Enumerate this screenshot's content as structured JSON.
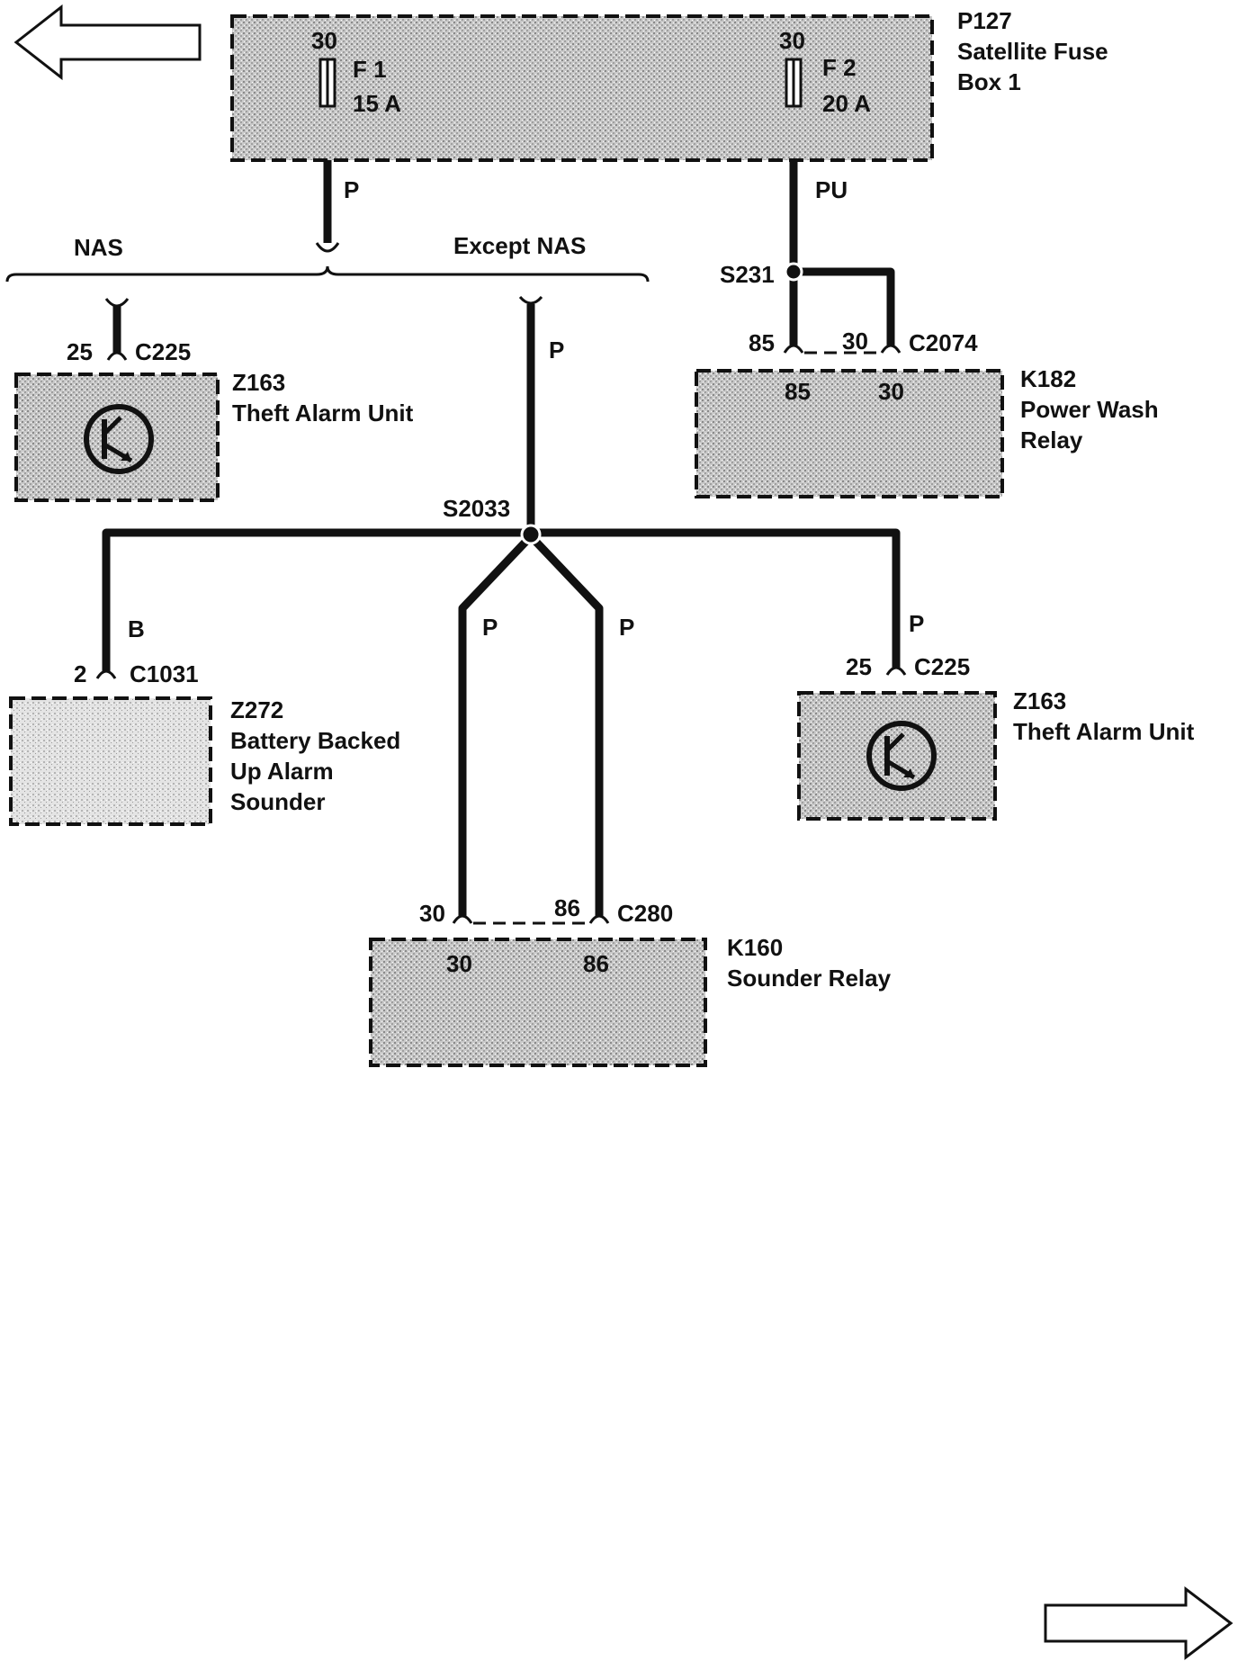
{
  "nav": {
    "prev_icon": "left-arrow-outline",
    "next_icon": "right-arrow-outline"
  },
  "fuse_box": {
    "id": "P127",
    "name_line1": "Satellite Fuse",
    "name_line2": "Box 1",
    "f1": {
      "pin": "30",
      "name": "F 1",
      "rating": "15 A"
    },
    "f2": {
      "pin": "30",
      "name": "F 2",
      "rating": "20 A"
    }
  },
  "wires": {
    "f1_color": "P",
    "f2_color": "PU",
    "except_nas_color": "P",
    "z272_color": "B",
    "k160_30_color": "P",
    "k160_86_color": "P",
    "z163_right_color": "P"
  },
  "options": {
    "nas": "NAS",
    "except_nas": "Except NAS"
  },
  "splices": {
    "s231": "S231",
    "s2033": "S2033"
  },
  "z163_left": {
    "pin": "25",
    "connector": "C225",
    "id": "Z163",
    "name": "Theft Alarm Unit",
    "icon": "transistor-symbol"
  },
  "k182": {
    "pin_a": "85",
    "pin_b": "30",
    "connector": "C2074",
    "inner_a": "85",
    "inner_b": "30",
    "id": "K182",
    "name_line1": "Power Wash",
    "name_line2": "Relay"
  },
  "z272": {
    "pin": "2",
    "connector": "C1031",
    "id": "Z272",
    "name_line1": "Battery Backed",
    "name_line2": "Up Alarm",
    "name_line3": "Sounder"
  },
  "z163_right": {
    "pin": "25",
    "connector": "C225",
    "id": "Z163",
    "name": "Theft Alarm Unit",
    "icon": "transistor-symbol"
  },
  "k160": {
    "pin_a": "30",
    "pin_b": "86",
    "connector": "C280",
    "inner_a": "30",
    "inner_b": "86",
    "id": "K160",
    "name": "Sounder Relay"
  }
}
